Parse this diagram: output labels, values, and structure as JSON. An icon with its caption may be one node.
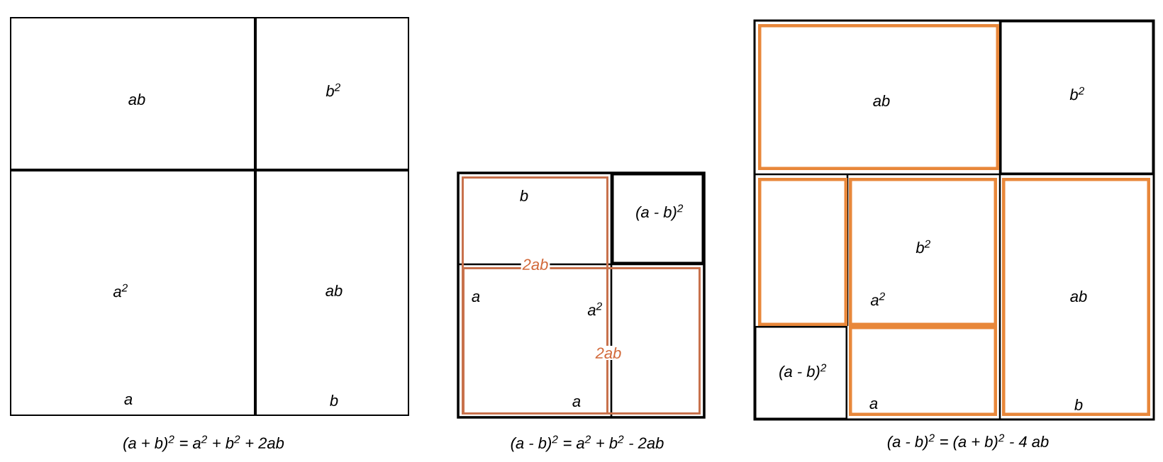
{
  "diagram": {
    "nodes": [
      {
        "text": [
          "ab"
        ]
      },
      {
        "text": [
          "b$^{2}$"
        ]
      },
      {
        "text": [
          "a$^{2}$",
          "a"
        ]
      },
      {
        "text": [
          "ab",
          "b"
        ]
      },
      {
        "text": [
          "b"
        ]
      },
      {
        "text": [
          "(a - b)$^{2}$"
        ]
      },
      {
        "text": [
          "a",
          "a$^{2}$",
          "a"
        ]
      },
      {
        "text": [],
        "shape": "box"
      },
      {
        "text": [],
        "shape": "box"
      },
      {
        "text": [],
        "shape": "box"
      },
      {
        "text": [
          "ab"
        ]
      },
      {
        "text": [
          "b$^{2}$"
        ]
      },
      {
        "text": [],
        "shape": "box"
      },
      {
        "text": [
          "b$^{2}$",
          "a$^{2}$"
        ]
      },
      {
        "text": [
          "ab",
          "b"
        ]
      },
      {
        "text": [
          "(a - b)$^{2}$"
        ]
      },
      {
        "text": [
          "a"
        ]
      }
    ],
    "labels": [
      "2ab",
      "2ab",
      "(a + b)$^{2}$ = a$^{2}$ + b$^{2}$ + 2ab",
      "(a - b)$^{2}$ = a$^{2}$ + b$^{2}$ - 2ab",
      "(a - b)$^{2}$ = (a + b)$^{2}$ - 4 ab"
    ]
  }
}
